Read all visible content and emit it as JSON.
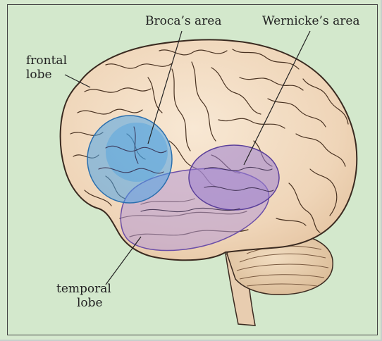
{
  "labels": {
    "broca": "Broca’s area",
    "wernicke": "Wernicke’s area",
    "frontal_line1": "frontal",
    "frontal_line2": "lobe",
    "temporal_line1": "temporal",
    "temporal_line2": "lobe"
  },
  "colors": {
    "background": "#d3e8cc",
    "brain": "#f3dcc2",
    "brain_outline": "#3a2a20",
    "broca_region": "#4aa3e6",
    "wernicke_region": "#9b7fd0",
    "temporal_region": "#b79ad6",
    "cerebellum": "#e7cfb0"
  }
}
